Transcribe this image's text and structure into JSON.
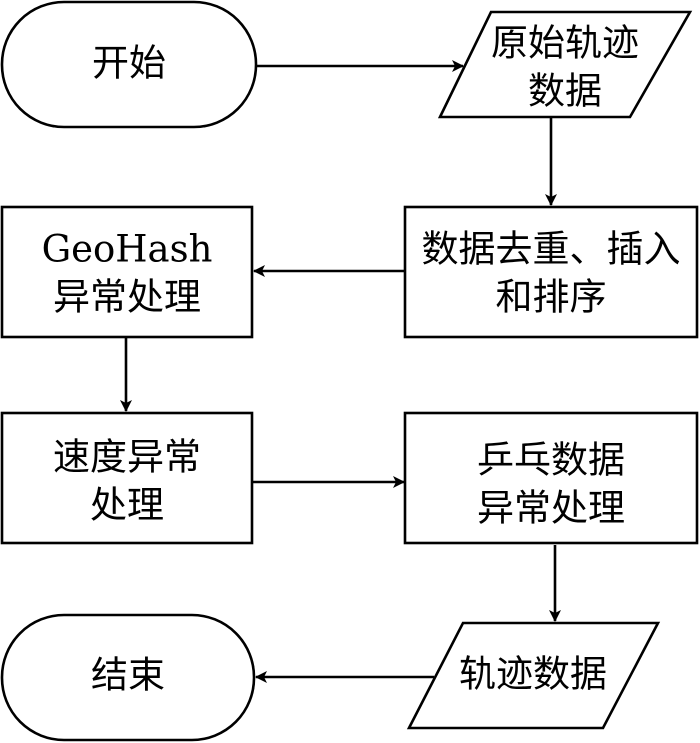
{
  "diagram": {
    "type": "flowchart",
    "nodes": [
      {
        "id": "start",
        "shape": "terminator",
        "lines": [
          "开始"
        ]
      },
      {
        "id": "raw",
        "shape": "data",
        "lines": [
          "原始轨迹",
          "数据"
        ]
      },
      {
        "id": "dedup",
        "shape": "process",
        "lines": [
          "数据去重、插入",
          "和排序"
        ]
      },
      {
        "id": "geohash",
        "shape": "process",
        "lines": [
          "GeoHash",
          "异常处理"
        ]
      },
      {
        "id": "speed",
        "shape": "process",
        "lines": [
          "速度异常",
          "处理"
        ]
      },
      {
        "id": "pingpong",
        "shape": "process",
        "lines": [
          "乒乓数据",
          "异常处理"
        ]
      },
      {
        "id": "traj",
        "shape": "data",
        "lines": [
          "轨迹数据"
        ]
      },
      {
        "id": "end",
        "shape": "terminator",
        "lines": [
          "结束"
        ]
      }
    ],
    "edges": [
      {
        "from": "start",
        "to": "raw"
      },
      {
        "from": "raw",
        "to": "dedup"
      },
      {
        "from": "dedup",
        "to": "geohash"
      },
      {
        "from": "geohash",
        "to": "speed"
      },
      {
        "from": "speed",
        "to": "pingpong"
      },
      {
        "from": "pingpong",
        "to": "traj"
      },
      {
        "from": "traj",
        "to": "end"
      }
    ]
  }
}
